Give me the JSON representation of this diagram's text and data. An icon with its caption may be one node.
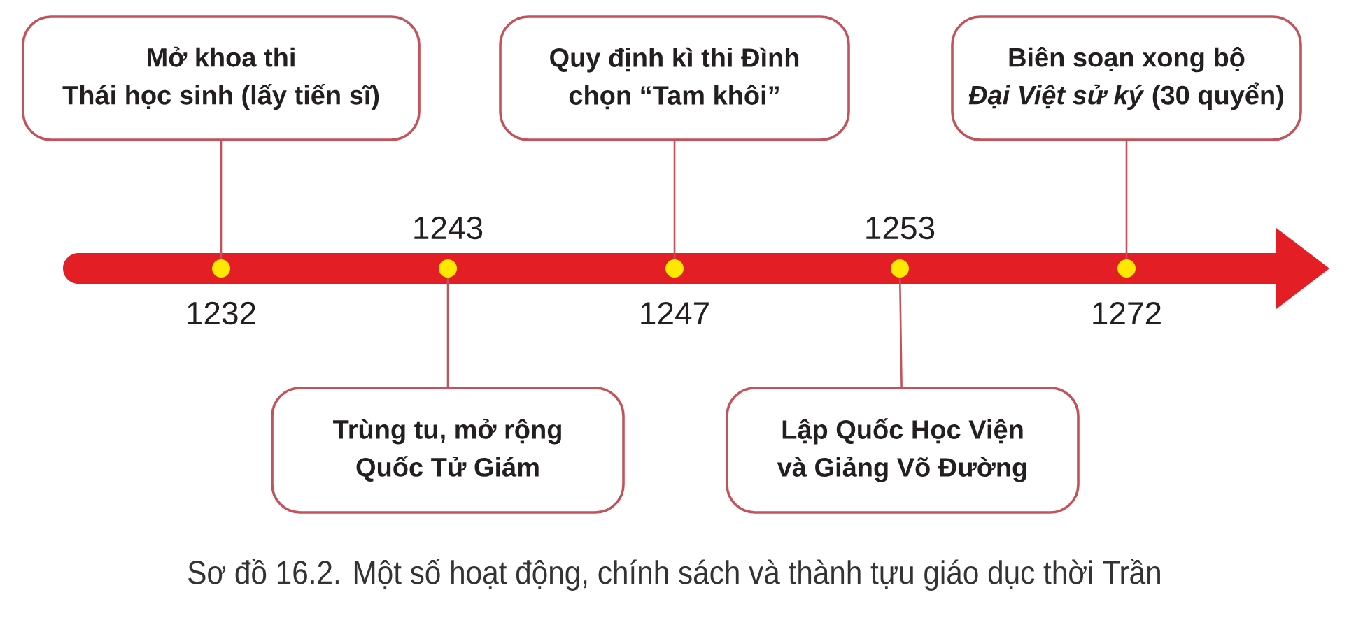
{
  "diagram": {
    "caption": "Sơ đồ 16.2. Một số hoạt động, chính sách và thành tựu giáo dục thời Trần",
    "nodes": [
      {
        "text": [
          "Mở khoa thi Thái học sinh (lấy tiến sĩ)"
        ]
      },
      {
        "text": [
          "Quy định kì thi Đình chọn “Tam khôi”"
        ]
      },
      {
        "text": [
          "Biên soạn xong bộ *Đại Việt sử ký* (30 quyển)"
        ]
      },
      {
        "text": [],
        "shape": "circle",
        "beside": [
          "1232"
        ]
      },
      {
        "text": [],
        "shape": "circle",
        "beside": [
          "1243"
        ]
      },
      {
        "text": [],
        "shape": "circle",
        "beside": [
          "1247"
        ]
      },
      {
        "text": [],
        "shape": "circle",
        "beside": [
          "1253"
        ]
      },
      {
        "text": [],
        "shape": "circle",
        "beside": [
          "1272"
        ]
      },
      {
        "text": [
          "Trùng tu, mở rộng Quốc Tử Giám"
        ]
      },
      {
        "text": [
          "Lập Quốc Học Viện và Giảng Võ Đường"
        ]
      }
    ],
    "edges": [
      {
        "from": 0,
        "to": 3,
        "arrow": "none"
      },
      {
        "from": 8,
        "to": 4,
        "arrow": "none"
      },
      {
        "from": 1,
        "to": 5,
        "arrow": "none"
      },
      {
        "from": 9,
        "to": 6,
        "arrow": "none"
      },
      {
        "from": 2,
        "to": 7,
        "arrow": "none"
      }
    ]
  }
}
